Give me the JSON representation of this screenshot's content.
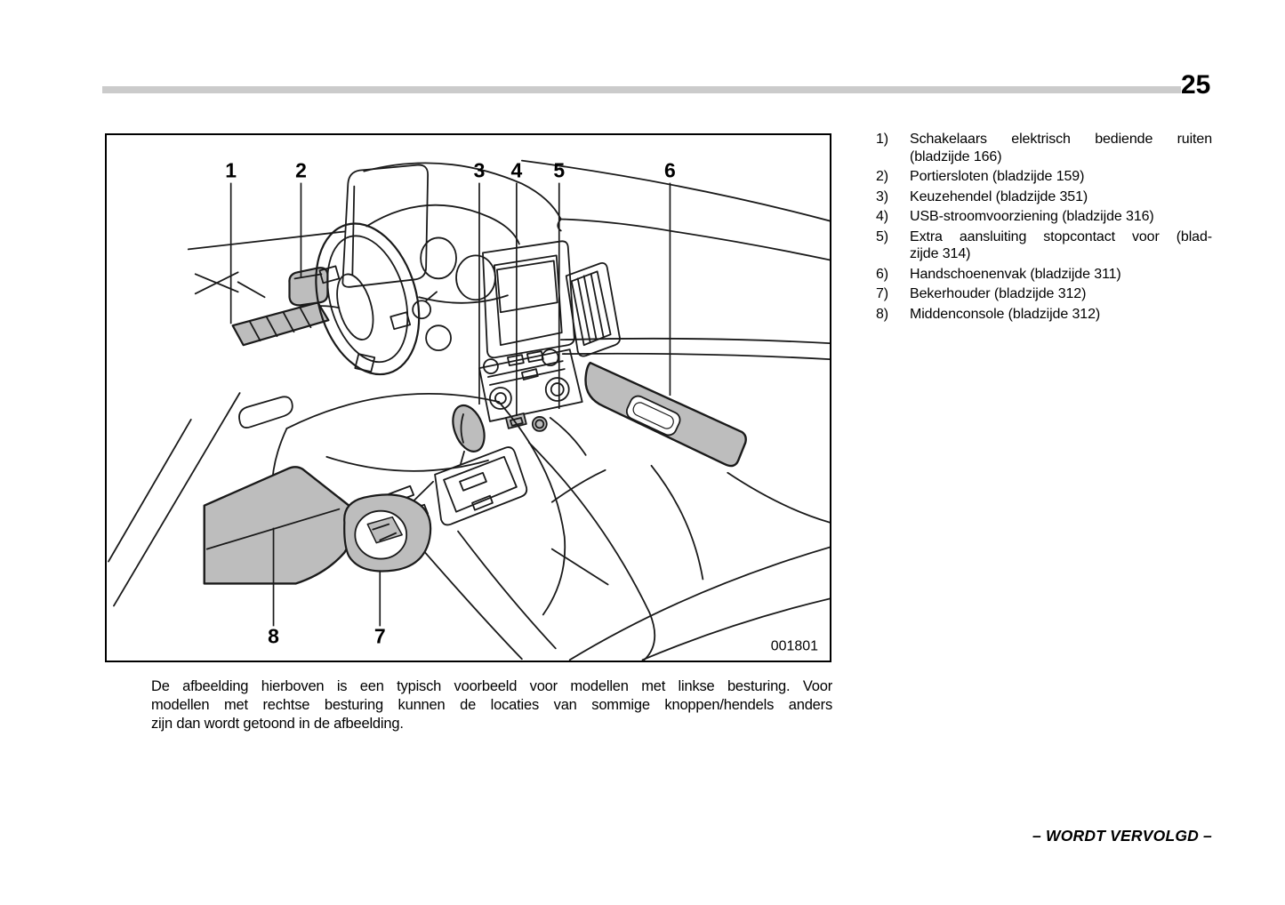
{
  "page": {
    "number": "25",
    "continued_note": "– WORDT VERVOLGD –"
  },
  "figure": {
    "image_code": "001801",
    "callouts": [
      {
        "label": "1"
      },
      {
        "label": "2"
      },
      {
        "label": "3"
      },
      {
        "label": "4"
      },
      {
        "label": "5"
      },
      {
        "label": "6"
      },
      {
        "label": "7"
      },
      {
        "label": "8"
      }
    ],
    "caption_lines": [
      "De afbeelding hierboven is een typisch voorbeeld voor modellen met linkse besturing. Voor",
      "modellen met rechtse besturing kunnen de locaties van sommige knoppen/hendels anders",
      "zijn dan wordt getoond in de afbeelding."
    ]
  },
  "parts_list": {
    "items": [
      {
        "number": "1)",
        "lines": [
          "Schakelaars elektrisch bediende ruiten",
          "(bladzijde 166)"
        ]
      },
      {
        "number": "2)",
        "lines": [
          "Portiersloten (bladzijde 159)"
        ]
      },
      {
        "number": "3)",
        "lines": [
          "Keuzehendel (bladzijde 351)"
        ]
      },
      {
        "number": "4)",
        "lines": [
          "USB-stroomvoorziening (bladzijde 316)"
        ]
      },
      {
        "number": "5)",
        "lines": [
          "Extra aansluiting stopcontact voor (blad-",
          "zijde 314)"
        ]
      },
      {
        "number": "6)",
        "lines": [
          "Handschoenenvak (bladzijde 311)"
        ]
      },
      {
        "number": "7)",
        "lines": [
          "Bekerhouder (bladzijde 312)"
        ]
      },
      {
        "number": "8)",
        "lines": [
          "Middenconsole (bladzijde 312)"
        ]
      }
    ]
  },
  "colors": {
    "line": "#1a1a1a",
    "part_fill": "#bdbdbd",
    "header_bar": "#cbcbcb"
  }
}
